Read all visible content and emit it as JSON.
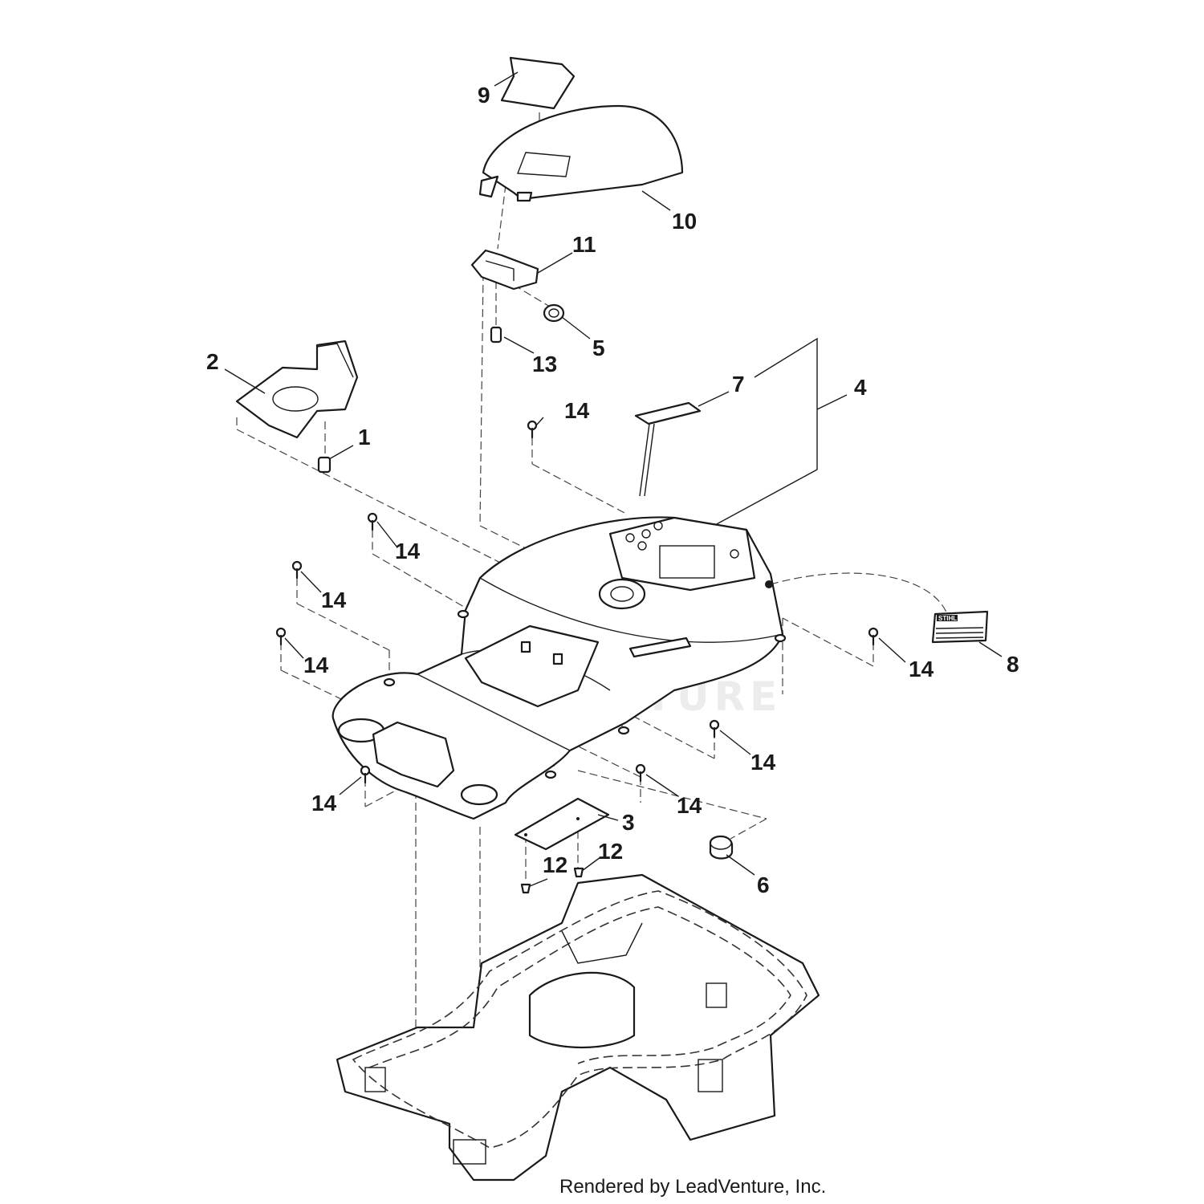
{
  "watermark": "LEADVENTURE",
  "footer": "Rendered by LeadVenture, Inc.",
  "label_decal": {
    "brand": "STIHL"
  },
  "callouts": [
    {
      "id": "c9",
      "text": "9"
    },
    {
      "id": "c10",
      "text": "10"
    },
    {
      "id": "c11",
      "text": "11"
    },
    {
      "id": "c5",
      "text": "5"
    },
    {
      "id": "c13",
      "text": "13"
    },
    {
      "id": "c2",
      "text": "2"
    },
    {
      "id": "c1",
      "text": "1"
    },
    {
      "id": "c7",
      "text": "7"
    },
    {
      "id": "c4",
      "text": "4"
    },
    {
      "id": "c14a",
      "text": "14"
    },
    {
      "id": "c14b",
      "text": "14"
    },
    {
      "id": "c14c",
      "text": "14"
    },
    {
      "id": "c14d",
      "text": "14"
    },
    {
      "id": "c14e",
      "text": "14"
    },
    {
      "id": "c8",
      "text": "8"
    },
    {
      "id": "c14f",
      "text": "14"
    },
    {
      "id": "c14g",
      "text": "14"
    },
    {
      "id": "c14h",
      "text": "14"
    },
    {
      "id": "c14i",
      "text": "14"
    },
    {
      "id": "c3",
      "text": "3"
    },
    {
      "id": "c12a",
      "text": "12"
    },
    {
      "id": "c12b",
      "text": "12"
    },
    {
      "id": "c6",
      "text": "6"
    }
  ]
}
